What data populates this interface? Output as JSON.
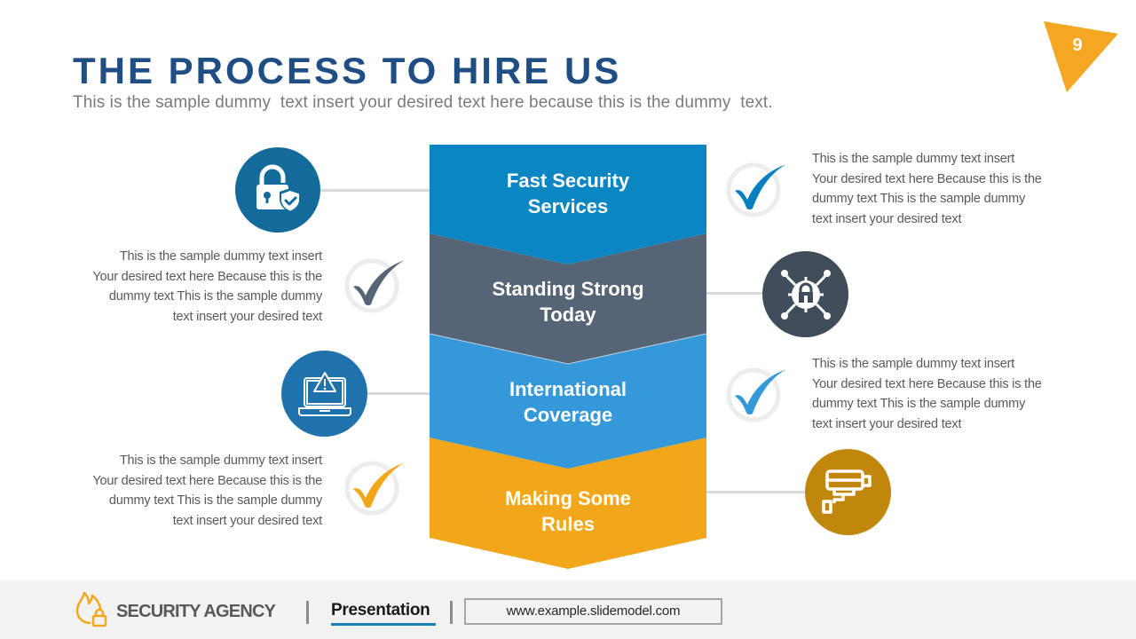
{
  "header": {
    "title": "THE PROCESS TO HIRE US",
    "subtitle": "This is the sample dummy  text insert your desired text here because this is the dummy  text.",
    "page_number": "9"
  },
  "colors": {
    "title": "#1f4e84",
    "step1": "#0a86c2",
    "step2": "#566576",
    "step3": "#3498d9",
    "step4": "#f2a71b",
    "badge": "#f5a623",
    "icon1": "#136b9c",
    "icon2": "#3f4c5a",
    "icon3": "#1f72ac",
    "icon4": "#c1860c"
  },
  "steps": [
    {
      "line1": "Fast Security",
      "line2": "Services",
      "icon": "lock-shield-icon",
      "check_color": "#0a7fc0",
      "side_text": "right"
    },
    {
      "line1": "Standing Strong",
      "line2": "Today",
      "icon": "network-lock-icon",
      "check_color": "#566576",
      "side_text": "left"
    },
    {
      "line1": "International",
      "line2": "Coverage",
      "icon": "laptop-warning-icon",
      "check_color": "#3498d9",
      "side_text": "right"
    },
    {
      "line1": "Making Some",
      "line2": "Rules",
      "icon": "security-camera-icon",
      "check_color": "#f2a71b",
      "side_text": "left"
    }
  ],
  "descriptions": [
    {
      "lines": [
        "This is the sample dummy text insert",
        "Your desired text here Because this is the",
        "dummy text This is the sample dummy",
        "text insert your desired text"
      ]
    },
    {
      "lines": [
        "This is the sample dummy text insert",
        "Your desired text here Because this is the",
        "dummy text This is the sample dummy",
        "text insert your desired text"
      ]
    },
    {
      "lines": [
        "This is the sample dummy text insert",
        "Your desired text here Because this is the",
        "dummy text This is the sample dummy",
        "text insert your desired text"
      ]
    },
    {
      "lines": [
        "This is the sample dummy text insert",
        "Your desired text here Because this is the",
        "dummy text This is the sample dummy",
        "text insert your desired text"
      ]
    }
  ],
  "footer": {
    "logo_icon": "flame-lock-icon",
    "brand": "SECURITY AGENCY",
    "tab": "Presentation",
    "url": "www.example.slidemodel.com"
  }
}
